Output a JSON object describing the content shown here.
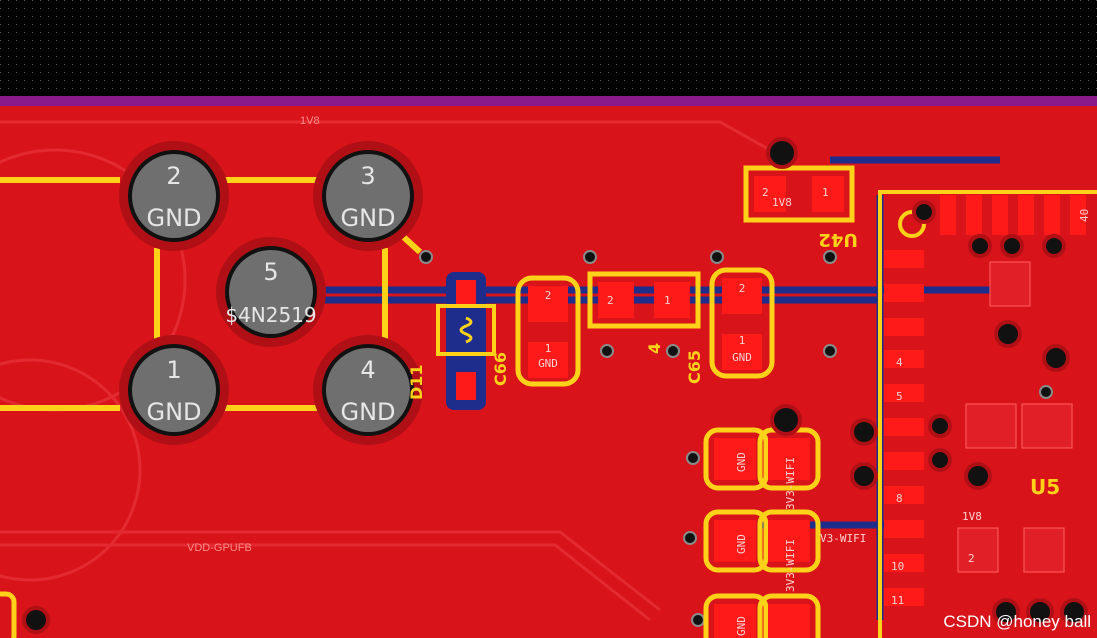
{
  "nets": {
    "top_net": "1V8",
    "area_net": "VDD-GPUFB",
    "wifi_net": "V3-WIFI"
  },
  "thru_holes": [
    {
      "num": "2",
      "net": "GND"
    },
    {
      "num": "3",
      "net": "GND"
    },
    {
      "num": "5",
      "net": "$4N2519"
    },
    {
      "num": "1",
      "net": "GND"
    },
    {
      "num": "4",
      "net": "GND"
    }
  ],
  "refdes": {
    "d11": "D11",
    "c66": "C66",
    "c65": "C65",
    "u42": "U42",
    "u5": "U5",
    "r4": "4"
  },
  "pad_labels": {
    "c66_top": "2",
    "c66_bot": "1",
    "c66_gnd": "GND",
    "r_left": "2",
    "r_right": "1",
    "c65_top": "2",
    "c65_bot": "1",
    "c65_gnd": "GND",
    "u42_p2": "2",
    "u42_1v8": "1V8",
    "u42_p1": "1",
    "ic_pin40": "40",
    "ic_pins": [
      "4",
      "5",
      "8",
      "10",
      "11"
    ],
    "u5_1v8": "1V8",
    "u5_p2": "2",
    "gnd": "GND",
    "v3wifi": "3V3-WIFI"
  },
  "watermark": "CSDN @honey ball",
  "colors": {
    "board": "#d8141a",
    "board_dark": "#b01015",
    "copper_pad": "#ff1a1a",
    "silkscreen": "#ffd21a",
    "blue_trace": "#1e2c8c",
    "purple_edge": "#8a1a8a",
    "background": "#000000"
  }
}
